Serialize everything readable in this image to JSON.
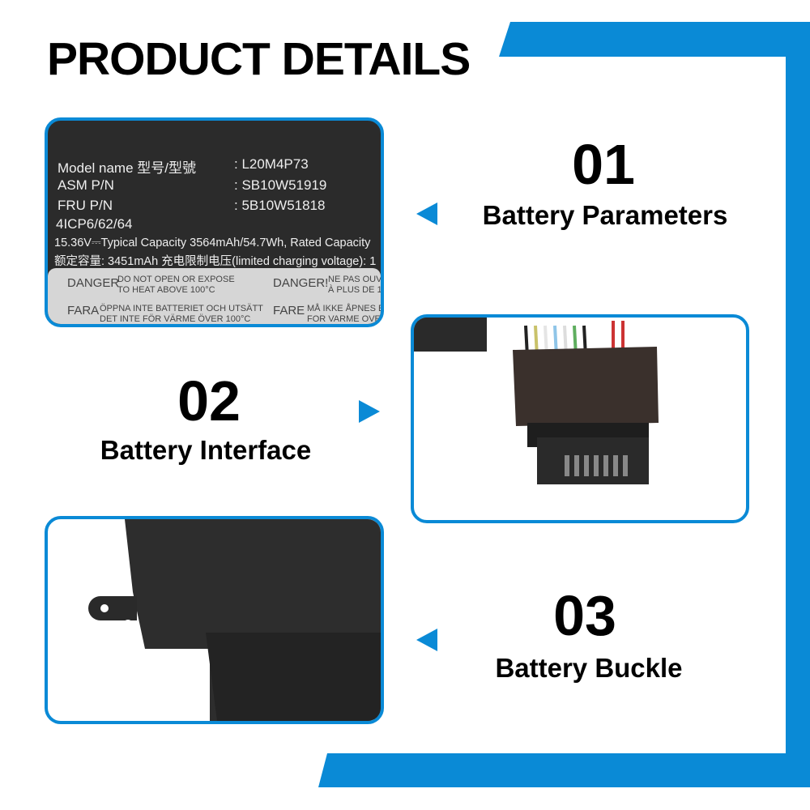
{
  "title": "PRODUCT DETAILS",
  "accent_color": "#0a8ad6",
  "sections": [
    {
      "number": "01",
      "caption": "Battery Parameters",
      "arrow": "left"
    },
    {
      "number": "02",
      "caption": "Battery Interface",
      "arrow": "right"
    },
    {
      "number": "03",
      "caption": "Battery Buckle",
      "arrow": "left"
    }
  ],
  "label": {
    "model_name": "Model name 型号/型號",
    "model_value": ": L20M4P73",
    "asm": "ASM P/N",
    "asm_value": ": SB10W51919",
    "fru": "FRU P/N",
    "fru_value": ": 5B10W51818",
    "cell": "4ICP6/62/64",
    "line1": "15.36V⎓Typical Capacity 3564mAh/54.7Wh, Rated Capacity",
    "line2": "额定容量: 3451mAh 充电限制电压(limited charging voltage): 1",
    "warn": {
      "danger": "DANGER",
      "danger_text": "Do not open or expose\nto heat above 100°C",
      "danger_fr": "DANGER!",
      "danger_fr_text": "Ne pas ouv\nà plus de 1",
      "fara": "FARA",
      "fara_text": "Öppna inte batteriet och utsätt\ndet inte för värme över 100°C",
      "fare": "FARE",
      "fare_text": "Må ikke åpnes e\nfor varme ove"
    }
  }
}
